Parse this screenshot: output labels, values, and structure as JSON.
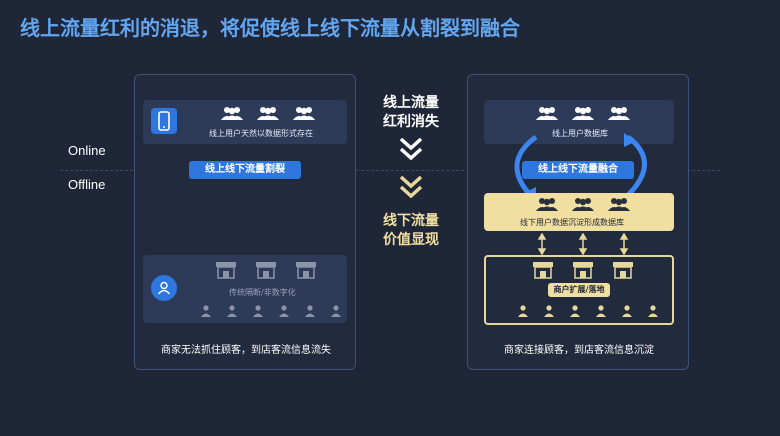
{
  "title": "线上流量红利的消退，将促使线上线下流量从割裂到融合",
  "labels": {
    "online": "Online",
    "offline": "Offline"
  },
  "left_panel": {
    "top_text": "线上用户天然以数据形式存在",
    "split_pill": "线上线下流量割裂",
    "store_text": "传统隔断/非数字化",
    "caption": "商家无法抓住顾客，到店客流信息流失"
  },
  "center": {
    "online_text_line1": "线上流量",
    "online_text_line2": "红利消失",
    "offline_text_line1": "线下流量",
    "offline_text_line2": "价值显现"
  },
  "right_panel": {
    "top_text": "线上用户数据库",
    "merge_pill": "线上线下流量融合",
    "db_text": "线下用户数据沉淀形成数据库",
    "store_pill": "商户扩展/落地",
    "caption": "商家连接顾客，到店客流信息沉淀"
  },
  "colors": {
    "accent": "#2f77de",
    "gold": "#f0dfa0",
    "title": "#63a6f0",
    "bg": "#1f2637"
  }
}
